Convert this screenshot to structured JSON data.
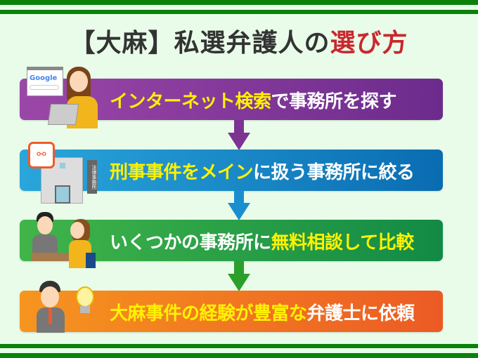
{
  "title": {
    "prefix": "【大麻】私選弁護人の",
    "highlight": "選び方"
  },
  "steps": [
    {
      "hl": "インターネット検索",
      "rest": "で事務所を探す",
      "icon": "woman-laptop-google-icon"
    },
    {
      "hl": "刑事事件をメイン",
      "rest": "に扱う事務所に絞る",
      "icon": "law-office-handcuffs-icon",
      "sign": "法律事務所"
    },
    {
      "pre": "いくつかの事務所に",
      "hl": "無料相談して比較",
      "icon": "consultation-icon"
    },
    {
      "hl": "大麻事件の経験が豊富な",
      "rest": "弁護士に依頼",
      "icon": "lawyer-lightbulb-icon"
    }
  ],
  "browser_logo": "Google",
  "colors": {
    "band": "#0a820a",
    "title_highlight": "#c8282e",
    "text_highlight": "#fff200",
    "step1": "#9b47a8",
    "step2": "#2aa6dc",
    "step3": "#41b549",
    "step4": "#f6951f"
  }
}
